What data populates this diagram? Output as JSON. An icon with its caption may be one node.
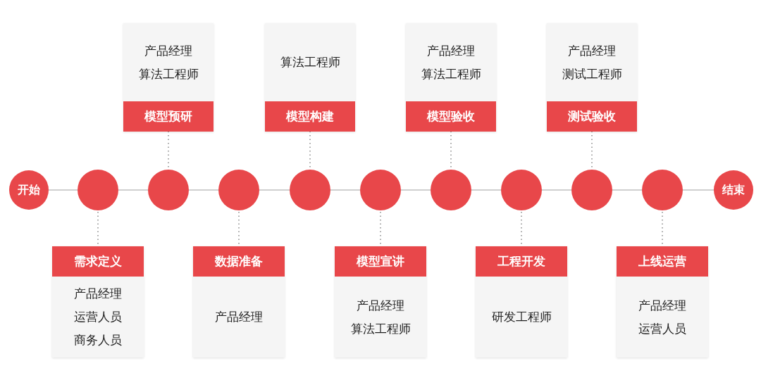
{
  "diagram": {
    "nodes": [
      {
        "text": [
          "开始"
        ]
      },
      {
        "text": [],
        "shape": "circle"
      },
      {
        "text": [],
        "shape": "circle"
      },
      {
        "text": [],
        "shape": "circle"
      },
      {
        "text": [],
        "shape": "circle"
      },
      {
        "text": [],
        "shape": "circle"
      },
      {
        "text": [],
        "shape": "circle"
      },
      {
        "text": [],
        "shape": "circle"
      },
      {
        "text": [],
        "shape": "circle"
      },
      {
        "text": [],
        "shape": "circle"
      },
      {
        "text": [
          "结束"
        ]
      },
      {
        "text": [
          "需求定义",
          "产品经理",
          "运营人员",
          "商务人员"
        ]
      },
      {
        "text": [
          "产品经理",
          "算法工程师",
          "模型预研"
        ]
      },
      {
        "text": [
          "数据准备",
          "产品经理"
        ]
      },
      {
        "text": [
          "算法工程师",
          "模型构建"
        ]
      },
      {
        "text": [
          "模型宣讲",
          "产品经理",
          "算法工程师"
        ]
      },
      {
        "text": [
          "产品经理",
          "算法工程师",
          "模型验收"
        ]
      },
      {
        "text": [
          "工程开发",
          "研发工程师"
        ]
      },
      {
        "text": [
          "产品经理",
          "测试工程师",
          "测试验收"
        ]
      },
      {
        "text": [
          "上线运营",
          "产品经理",
          "运营人员"
        ]
      }
    ],
    "edges": [
      {
        "from": 0,
        "to": 1,
        "arrow": "none"
      },
      {
        "from": 1,
        "to": 2,
        "arrow": "none"
      },
      {
        "from": 2,
        "to": 3,
        "arrow": "none"
      },
      {
        "from": 3,
        "to": 4,
        "arrow": "none"
      },
      {
        "from": 4,
        "to": 5,
        "arrow": "none"
      },
      {
        "from": 5,
        "to": 6,
        "arrow": "none"
      },
      {
        "from": 6,
        "to": 7,
        "arrow": "none"
      },
      {
        "from": 7,
        "to": 8,
        "arrow": "none"
      },
      {
        "from": 8,
        "to": 9,
        "arrow": "none"
      },
      {
        "from": 9,
        "to": 10,
        "arrow": "none"
      },
      {
        "from": 1,
        "to": 11,
        "arrow": "none",
        "style": "dashed"
      },
      {
        "from": 2,
        "to": 12,
        "arrow": "none",
        "style": "dashed"
      },
      {
        "from": 3,
        "to": 13,
        "arrow": "none",
        "style": "dashed"
      },
      {
        "from": 4,
        "to": 14,
        "arrow": "none",
        "style": "dashed"
      },
      {
        "from": 5,
        "to": 15,
        "arrow": "none",
        "style": "dashed"
      },
      {
        "from": 6,
        "to": 16,
        "arrow": "none",
        "style": "dashed"
      },
      {
        "from": 7,
        "to": 17,
        "arrow": "none",
        "style": "dashed"
      },
      {
        "from": 8,
        "to": 18,
        "arrow": "none",
        "style": "dashed"
      },
      {
        "from": 9,
        "to": 19,
        "arrow": "none",
        "style": "dashed"
      }
    ]
  }
}
